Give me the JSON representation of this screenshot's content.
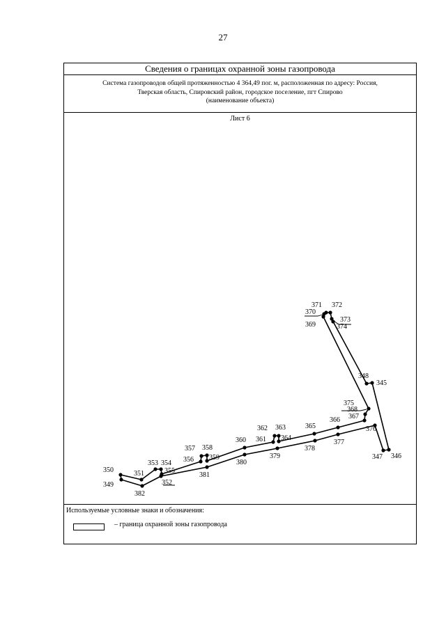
{
  "page_number": "27",
  "header": {
    "title": "Сведения о границах охранной зоны газопровода",
    "object_line1": "Система газопроводов общей протяженностью 4 364,49 пог. м, расположенная по адресу: Россия,",
    "object_line2": "Тверская область, Спировский район, городское поселение, пгт Спирово",
    "object_caption": "(наименование объекта)"
  },
  "sheet_label": "Лист 6",
  "points": [
    {
      "id": "345"
    },
    {
      "id": "346"
    },
    {
      "id": "347"
    },
    {
      "id": "348"
    },
    {
      "id": "349"
    },
    {
      "id": "350"
    },
    {
      "id": "351"
    },
    {
      "id": "352"
    },
    {
      "id": "353"
    },
    {
      "id": "354"
    },
    {
      "id": "355"
    },
    {
      "id": "356"
    },
    {
      "id": "357"
    },
    {
      "id": "358"
    },
    {
      "id": "359"
    },
    {
      "id": "360"
    },
    {
      "id": "361"
    },
    {
      "id": "362"
    },
    {
      "id": "363"
    },
    {
      "id": "364"
    },
    {
      "id": "365"
    },
    {
      "id": "366"
    },
    {
      "id": "367"
    },
    {
      "id": "368"
    },
    {
      "id": "369"
    },
    {
      "id": "370"
    },
    {
      "id": "371"
    },
    {
      "id": "372"
    },
    {
      "id": "373"
    },
    {
      "id": "374"
    },
    {
      "id": "375"
    },
    {
      "id": "376"
    },
    {
      "id": "377"
    },
    {
      "id": "378"
    },
    {
      "id": "379"
    },
    {
      "id": "380"
    },
    {
      "id": "381"
    },
    {
      "id": "382"
    }
  ],
  "legend": {
    "title": "Используемые условные знаки и обозначения:",
    "item_text": "–  граница охранной зоны газопровода"
  }
}
